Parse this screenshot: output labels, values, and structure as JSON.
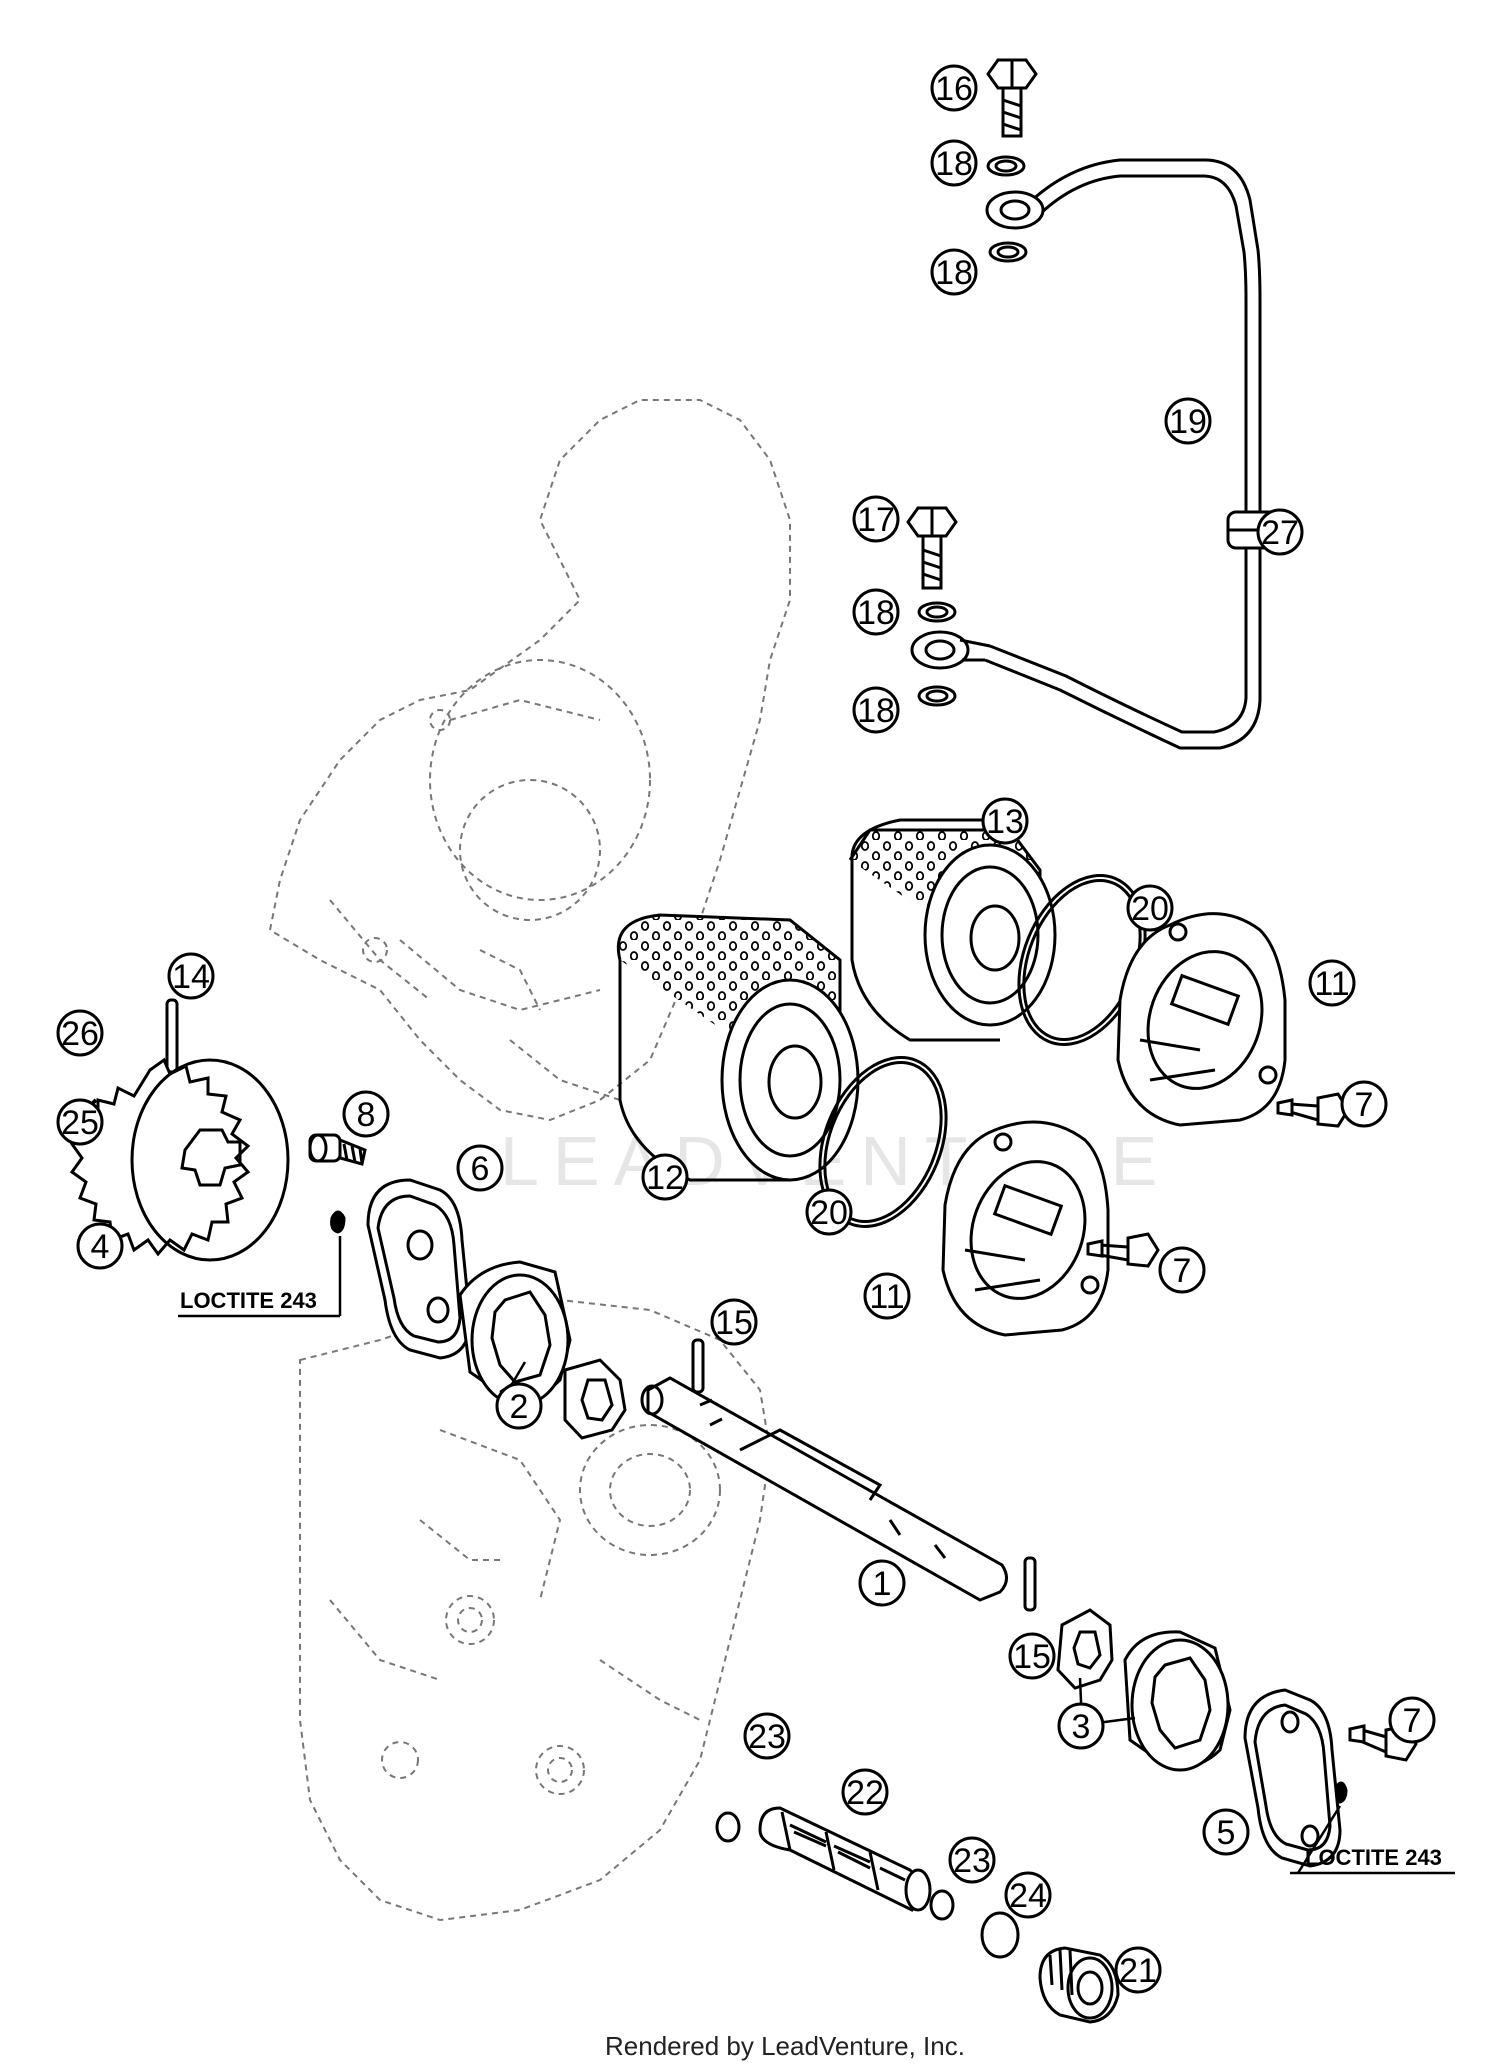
{
  "watermark": "LEADVENTURE",
  "footer": "Rendered by LeadVenture, Inc.",
  "loctite": [
    "LOCTITE 243",
    "LOCTITE 243"
  ],
  "callouts": [
    "16",
    "18",
    "18",
    "19",
    "27",
    "17",
    "18",
    "18",
    "13",
    "20",
    "11",
    "14",
    "26",
    "25",
    "4",
    "8",
    "6",
    "12",
    "20",
    "7",
    "11",
    "7",
    "15",
    "2",
    "1",
    "15",
    "3",
    "7",
    "23",
    "22",
    "5",
    "23",
    "24",
    "21"
  ],
  "colors": {
    "line": "#000000",
    "ghost": "#777777",
    "watermark": "#e6e6e6"
  }
}
